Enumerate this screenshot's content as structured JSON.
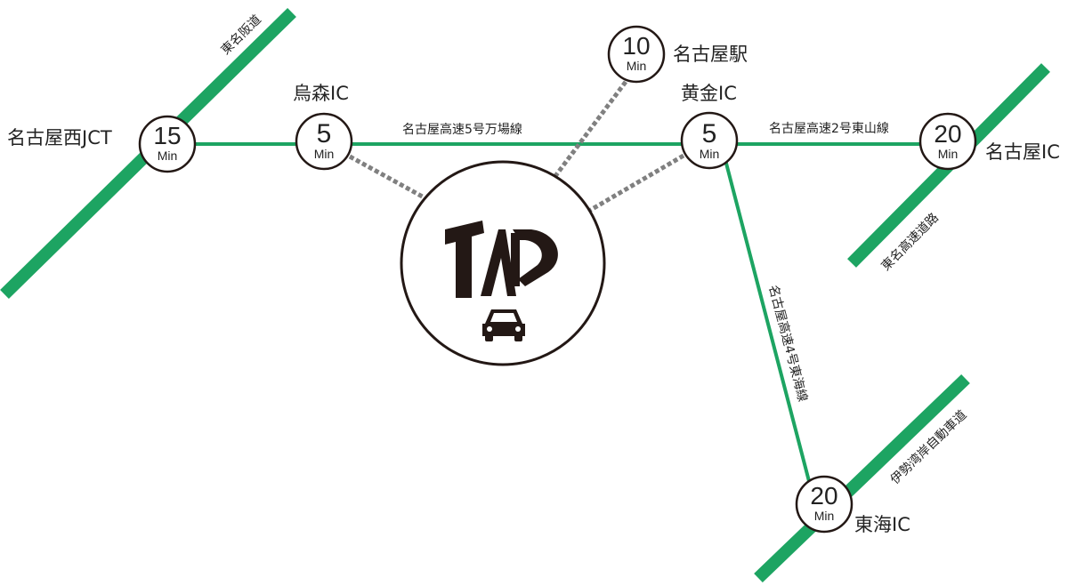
{
  "colors": {
    "expressway": "#1da462",
    "route": "#1da462",
    "access": "#808080",
    "node_border": "#231815"
  },
  "nodes": {
    "nagoya_nishi": {
      "minutes": "15",
      "unit": "Min",
      "name": "名古屋西JCT"
    },
    "karasumori": {
      "minutes": "5",
      "unit": "Min",
      "name": "烏森IC"
    },
    "nagoya_station": {
      "minutes": "10",
      "unit": "Min",
      "name": "名古屋駅"
    },
    "ogane": {
      "minutes": "5",
      "unit": "Min",
      "name": "黄金IC"
    },
    "nagoya_ic": {
      "minutes": "20",
      "unit": "Min",
      "name": "名古屋IC"
    },
    "tokai_ic": {
      "minutes": "20",
      "unit": "Min",
      "name": "東海IC"
    }
  },
  "expressways": {
    "tomei_hanshin": "東名阪道",
    "tomei": "東名高速道路",
    "isewangan": "伊勢湾岸自動車道"
  },
  "routes": {
    "manba": "名古屋高速5号万場線",
    "higashiyama": "名古屋高速2号東山線",
    "tokai": "名古屋高速4号東海線"
  },
  "center": {
    "logo": "car-icon"
  }
}
